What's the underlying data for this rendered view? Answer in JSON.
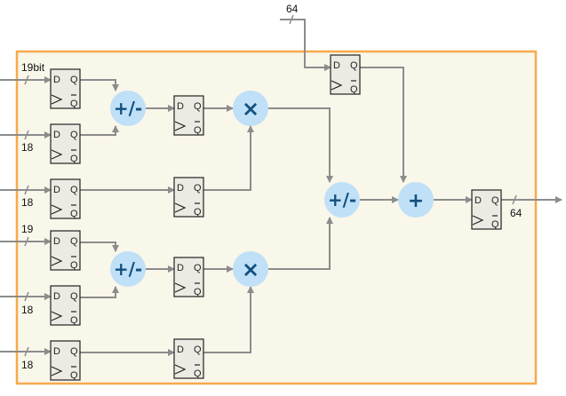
{
  "diagram": {
    "title": "",
    "colors": {
      "border": "#f7a94b",
      "background": "#f9f6ea",
      "wire": "#8c8c8c",
      "operator_fill": "#bfe0f7",
      "operator_text": "#12507f",
      "register_fill": "#ecebe3"
    },
    "register_pins": {
      "d": "D",
      "q": "Q",
      "qbar": "Q"
    },
    "inputs": [
      {
        "id": "in1",
        "width_label": "19bit"
      },
      {
        "id": "in2",
        "width_label": "18"
      },
      {
        "id": "in3",
        "width_label": "18"
      },
      {
        "id": "in4",
        "width_label": "19"
      },
      {
        "id": "in5",
        "width_label": "18"
      },
      {
        "id": "in6",
        "width_label": "18"
      }
    ],
    "top_input": {
      "id": "accumulator-in",
      "width_label": "64"
    },
    "output": {
      "id": "result-out",
      "width_label": "64"
    },
    "operators": [
      {
        "id": "addsub-1",
        "symbol": "+/-"
      },
      {
        "id": "mult-1",
        "symbol": "×"
      },
      {
        "id": "addsub-2",
        "symbol": "+/-"
      },
      {
        "id": "mult-2",
        "symbol": "×"
      },
      {
        "id": "addsub-3",
        "symbol": "+/-"
      },
      {
        "id": "add-final",
        "symbol": "+"
      }
    ]
  }
}
